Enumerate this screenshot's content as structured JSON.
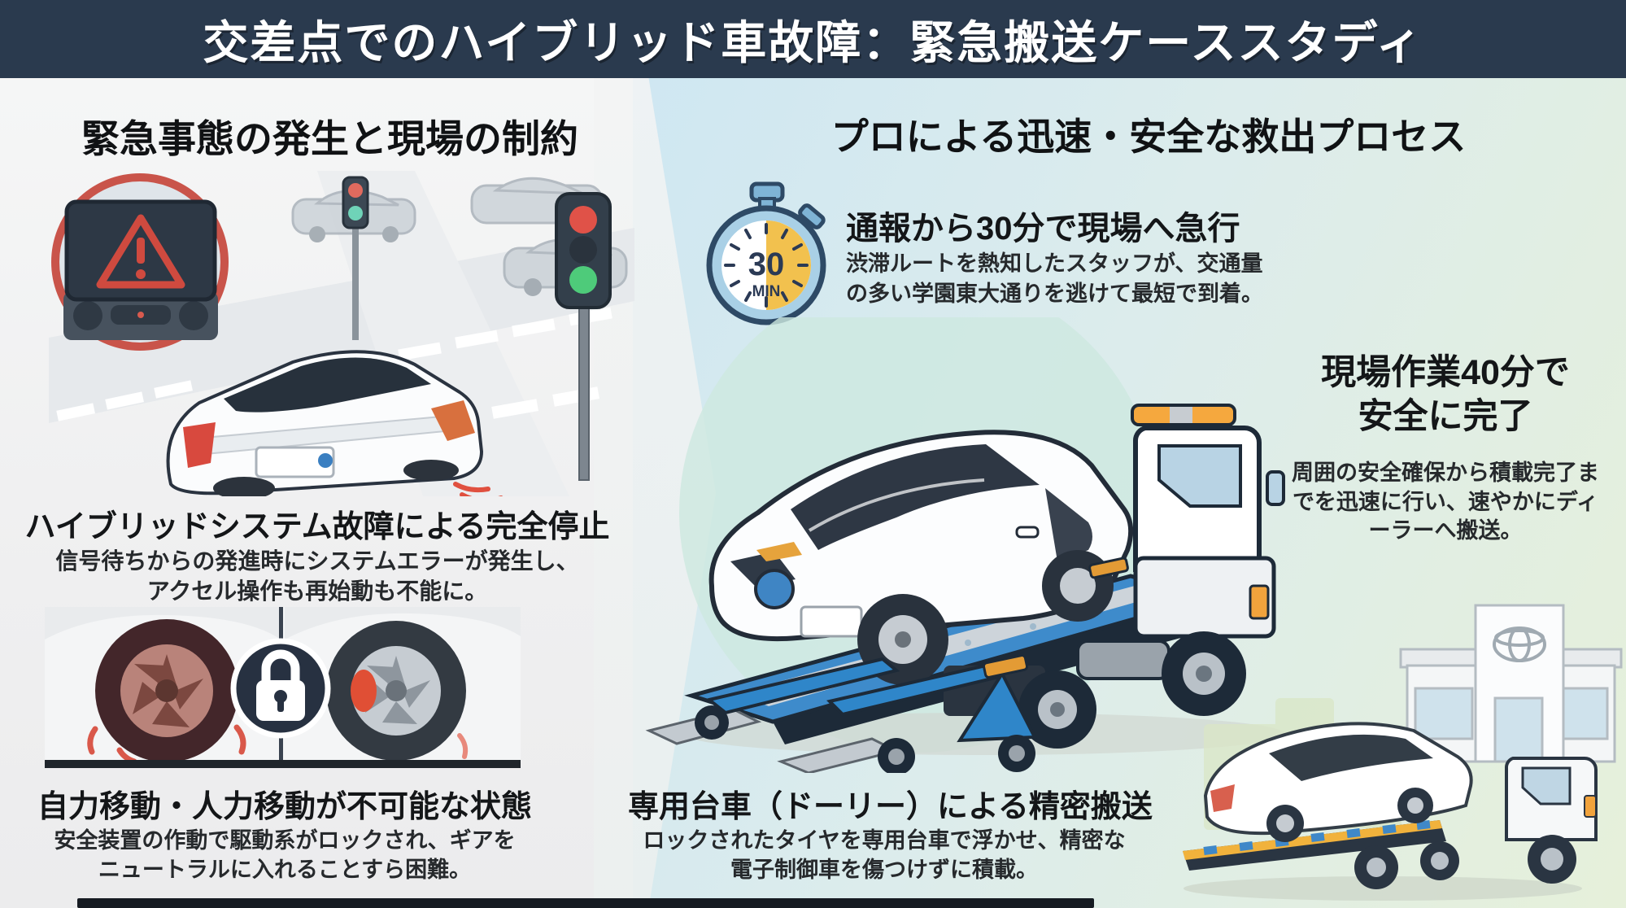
{
  "title": "交差点でのハイブリッド車故障：緊急搬送ケーススタディ",
  "left_section": {
    "header": "緊急事態の発生と現場の制約",
    "breakdown": {
      "heading": "ハイブリッドシステム故障による完全停止",
      "body": [
        "信号待ちからの発進時にシステムエラーが発生し、",
        "アクセル操作も再始動も不能に。"
      ]
    },
    "immobile": {
      "heading": "自力移動・人力移動が不可能な状態",
      "body": [
        "安全装置の作動で駆動系がロックされ、ギアを",
        "ニュートラルに入れることすら困難。"
      ]
    },
    "icons": {
      "dashboard_warning": "warning-triangle-on-dashboard-screen",
      "lock": "padlock-between-locked-wheels",
      "traffic_light": "red-and-green-traffic-light"
    }
  },
  "right_section": {
    "header": "プロによる迅速・安全な救出プロセス",
    "dispatch": {
      "stopwatch_value": "30",
      "stopwatch_unit": "MIN",
      "heading": "通報から30分で現場へ急行",
      "body": [
        "渋滞ルートを熱知したスタッフが、交通量",
        "の多い学園東大通りを逃けて最短で到着。"
      ]
    },
    "onsite": {
      "heading": [
        "現場作業40分で",
        "安全に完了"
      ],
      "body": [
        "周囲の安全確保から積載完了ま",
        "でを迅速に行い、速やかにディ",
        "ーラーへ搬送。"
      ]
    },
    "dolly": {
      "heading": "専用台車（ドーリー）による精密搬送",
      "body": [
        "ロックされたタイヤを専用台車で浮かせ、精密な",
        "電子制御車を傷つけずに積載。"
      ]
    },
    "icons": {
      "stopwatch": "half-yellow-stopwatch-30-min",
      "tow_truck": "flatbed-tow-truck-with-hybrid-car",
      "dealership_logo": "toyota-style-oval-logo"
    }
  },
  "colors": {
    "title_bar": "#2a3a4e",
    "warning_red": "#cf4a3f",
    "stopwatch_yellow": "#f2c14e",
    "truck_blue": "#3b86c6",
    "lock_navy": "#273141",
    "left_panel_bg": "#f2f3f4",
    "right_panel_bg_start": "#cfe7f2",
    "right_panel_bg_end": "#e6f0da"
  }
}
